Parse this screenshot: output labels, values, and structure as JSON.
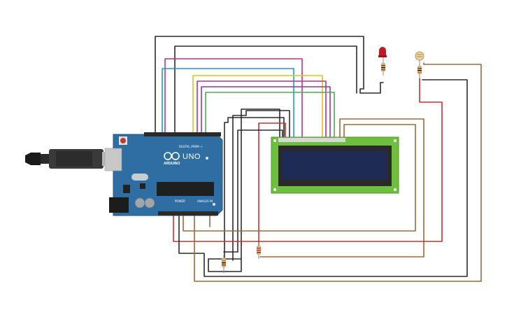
{
  "board": {
    "model_label": "UNO",
    "brand_label": "ARDUINO",
    "digital_header_label": "DIGITAL (PWM~)",
    "power_header_label": "POWER",
    "analog_header_label": "ANALOG IN"
  },
  "colors": {
    "board": "#2f6ea3",
    "lcd_pcb": "#6fbf3f",
    "lcd_screen": "#1e2b55",
    "wire_black": "#2b2b2b",
    "wire_red": "#d32f2f",
    "wire_brown": "#a0683a",
    "wire_magenta": "#b7338f",
    "wire_cyan": "#1f9bd0",
    "wire_yellow": "#e2c21a",
    "wire_purple": "#8a3aa6",
    "wire_green": "#4caf50",
    "led": "#c0191f"
  },
  "components": [
    {
      "name": "arduino-uno",
      "type": "microcontroller"
    },
    {
      "name": "usb-cable",
      "type": "cable"
    },
    {
      "name": "lcd-16x2",
      "type": "display"
    },
    {
      "name": "red-led",
      "type": "led"
    },
    {
      "name": "photoresistor",
      "type": "sensor"
    },
    {
      "name": "resistor-led",
      "type": "resistor"
    },
    {
      "name": "resistor-ldr",
      "type": "resistor"
    },
    {
      "name": "resistor-lcd-backlight",
      "type": "resistor"
    },
    {
      "name": "resistor-contrast",
      "type": "resistor"
    }
  ]
}
